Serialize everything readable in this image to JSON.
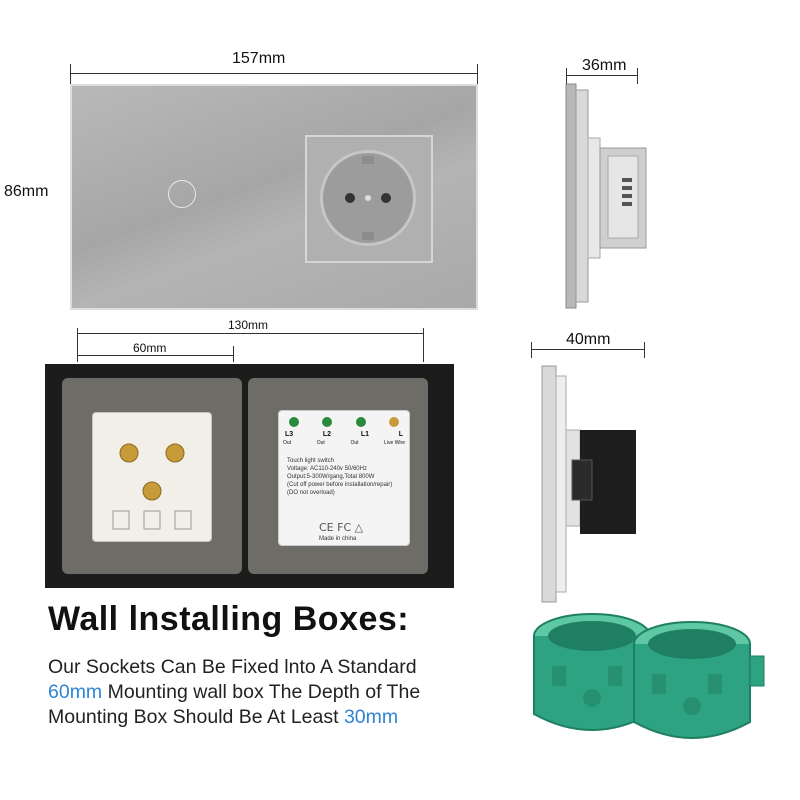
{
  "dimensions": {
    "width_front": "157mm",
    "height_front": "86mm",
    "depth_side_top": "36mm",
    "width_rear": "130mm",
    "module_width": "60mm",
    "depth_side_bottom": "40mm"
  },
  "switch_module": {
    "terminal_labels": [
      "L3",
      "L2",
      "L1",
      "L"
    ],
    "terminal_sublabels": [
      "Out",
      "Out",
      "Out",
      "Live Wire"
    ],
    "spec_lines": [
      "Touch light switch",
      "Voltage: AC110-240v 50/60Hz",
      "Output:5-300W/gang,Total 800W",
      "(Cut off power before installation/repair)",
      "(DO not overload)"
    ],
    "made_in": "Made in china"
  },
  "heading": "Wall lnstalling Boxes:",
  "description": {
    "line1": "Our Sockets Can Be Fixed lnto A Standard",
    "line2_highlight": "60mm",
    "line2_rest": " Mounting wall box The Depth of The",
    "line3_rest": "Mounting Box Should Be At Least ",
    "line3_highlight": "30mm"
  },
  "colors": {
    "highlight": "#2f84d6",
    "panel_gray": "#aaaaaa",
    "mounting_box_green": "#2ea381"
  },
  "icons": [
    "touch-button-icon",
    "schuko-socket-icon",
    "mounting-box-icon"
  ]
}
